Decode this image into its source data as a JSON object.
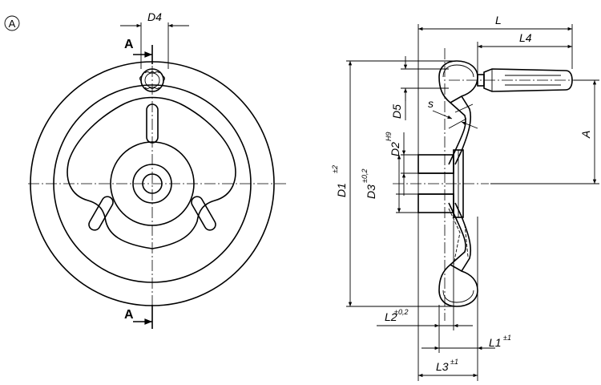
{
  "view_marker": "A",
  "section_label": "A",
  "dims": {
    "d4": "D4",
    "d1": "D1",
    "d1_tol": "±2",
    "d2": "D2",
    "d2_tol": "H9",
    "d3": "D3",
    "d3_tol": "±0,2",
    "d5": "D5",
    "s": "s",
    "a": "A",
    "l": "L",
    "l4": "L4",
    "l1": "L1",
    "l1_tol": "±1",
    "l2": "L2",
    "l2_tol": "±0,2",
    "l3": "L3",
    "l3_tol": "±1"
  }
}
